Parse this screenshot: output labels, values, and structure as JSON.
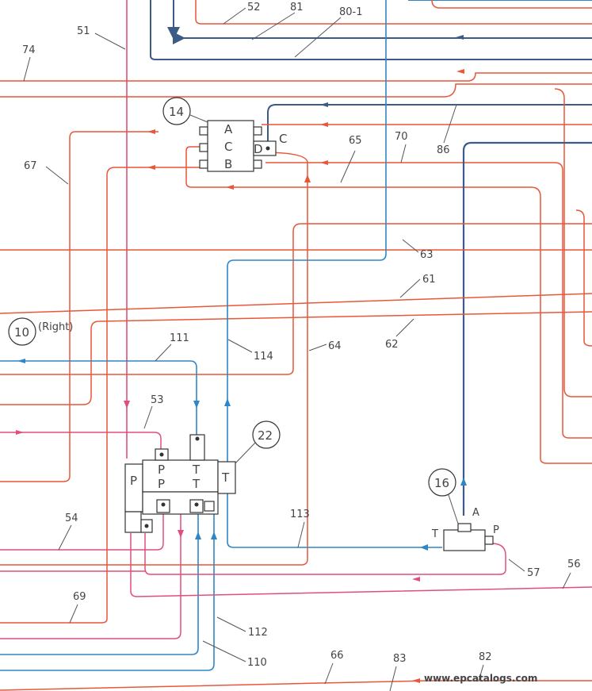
{
  "colors": {
    "red": "#e8573a",
    "pink": "#e04f7a",
    "blue": "#2f86c6",
    "navy": "#3c5b86",
    "ink": "#333333"
  },
  "components": {
    "c10": {
      "number": "10",
      "note": "(Right)"
    },
    "c14": {
      "number": "14",
      "port_a": "A",
      "port_c": "C",
      "port_b": "B",
      "port_d": "D",
      "side_c": "C"
    },
    "c16": {
      "number": "16",
      "port_a": "A",
      "port_t": "T",
      "port_p": "P"
    },
    "c22": {
      "number": "22",
      "p1": "P",
      "p2": "P",
      "p3": "P",
      "t1": "T",
      "t2": "T",
      "t3": "T"
    }
  },
  "line_labels": {
    "l51": "51",
    "l52": "52",
    "l81": "81",
    "l80_1": "80-1",
    "l74": "74",
    "l67": "67",
    "l65": "65",
    "l70": "70",
    "l86": "86",
    "l63": "63",
    "l61": "61",
    "l62": "62",
    "l111": "111",
    "l114": "114",
    "l64": "64",
    "l53": "53",
    "l54": "54",
    "l113": "113",
    "l57": "57",
    "l56": "56",
    "l69": "69",
    "l112": "112",
    "l110": "110",
    "l66": "66",
    "l83": "83",
    "l82": "82"
  },
  "watermark": "www.epcatalogs.com"
}
